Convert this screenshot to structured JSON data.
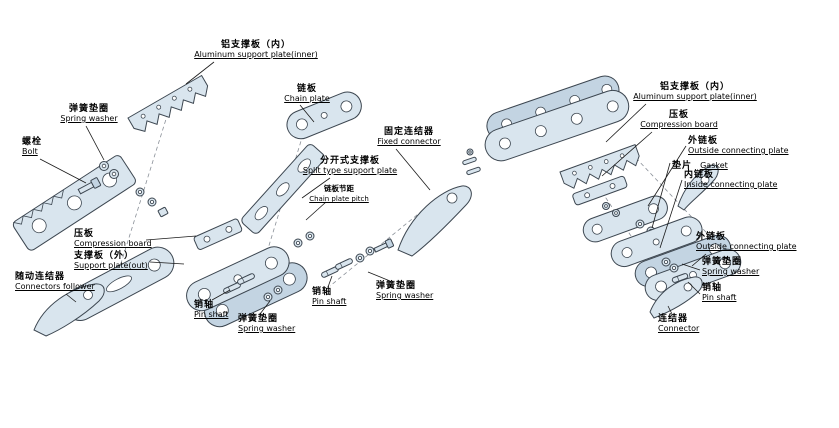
{
  "palette": {
    "bg": "#ffffff",
    "leader": "#1a1a1a",
    "axis": "#8a9098",
    "part_fill": "#d9e5ee",
    "part_fill_dark": "#c3d4e2",
    "part_stroke": "#3c4650"
  },
  "labels": [
    {
      "zh": "铝支撑板（内）",
      "en": "Aluminum support plate(inner)"
    },
    {
      "zh": "链板",
      "en": "Chain plate"
    },
    {
      "zh": "固定连结器",
      "en": "Fixed connector"
    },
    {
      "zh": "分开式支撑板",
      "en": "Split type support plate"
    },
    {
      "zh": "链板节距",
      "en": "Chain plate pitch"
    },
    {
      "zh": "弹簧垫圈",
      "en": "Spring washer"
    },
    {
      "zh": "螺栓",
      "en": "Bolt"
    },
    {
      "zh": "压板",
      "en": "Compression board"
    },
    {
      "zh": "支撑板（外）",
      "en": "Support plate(out)"
    },
    {
      "zh": "随动连结器",
      "en": "Connectors follower"
    },
    {
      "zh": "销轴",
      "en": "Pin shaft"
    },
    {
      "zh": "弹簧垫圈",
      "en": "Spring washer"
    },
    {
      "zh": "销轴",
      "en": "Pin shaft"
    },
    {
      "zh": "弹簧垫圈",
      "en": "Spring washer"
    },
    {
      "zh": "铝支撑板（内）",
      "en": "Aluminum support plate(inner)"
    },
    {
      "zh": "压板",
      "en": "Compression board"
    },
    {
      "zh": "外链板",
      "en": "Outside connecting plate"
    },
    {
      "zh": "垫片",
      "en": "Gasket"
    },
    {
      "zh": "内链板",
      "en": "Inside connecting plate"
    },
    {
      "zh": "外链板",
      "en": "Outside connecting plate"
    },
    {
      "zh": "弹簧垫圈",
      "en": "Spring washer"
    },
    {
      "zh": "销轴",
      "en": "Pin shaft"
    },
    {
      "zh": "连结器",
      "en": "Connector"
    }
  ]
}
